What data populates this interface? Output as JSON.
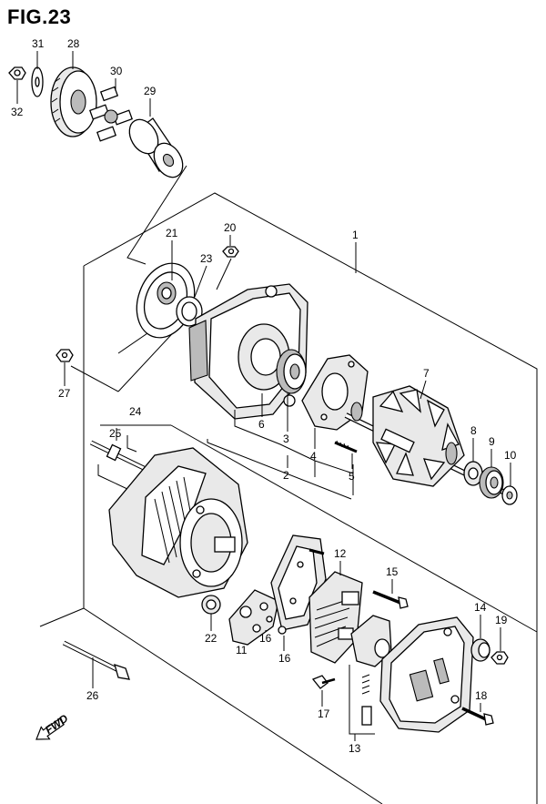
{
  "figure": {
    "title": "FIG.23"
  },
  "callouts": [
    {
      "id": "c31",
      "label": "31"
    },
    {
      "id": "c28",
      "label": "28"
    },
    {
      "id": "c32",
      "label": "32"
    },
    {
      "id": "c30",
      "label": "30"
    },
    {
      "id": "c29",
      "label": "29"
    },
    {
      "id": "c1",
      "label": "1"
    },
    {
      "id": "c20",
      "label": "20"
    },
    {
      "id": "c21",
      "label": "21"
    },
    {
      "id": "c23",
      "label": "23"
    },
    {
      "id": "c27",
      "label": "27"
    },
    {
      "id": "c7",
      "label": "7"
    },
    {
      "id": "c6",
      "label": "6"
    },
    {
      "id": "c3",
      "label": "3"
    },
    {
      "id": "c2",
      "label": "2"
    },
    {
      "id": "c4",
      "label": "4"
    },
    {
      "id": "c5",
      "label": "5"
    },
    {
      "id": "c8",
      "label": "8"
    },
    {
      "id": "c9",
      "label": "9"
    },
    {
      "id": "c10",
      "label": "10"
    },
    {
      "id": "c24",
      "label": "24"
    },
    {
      "id": "c25",
      "label": "25"
    },
    {
      "id": "c12",
      "label": "12"
    },
    {
      "id": "c15",
      "label": "15"
    },
    {
      "id": "c22",
      "label": "22"
    },
    {
      "id": "c11",
      "label": "11"
    },
    {
      "id": "c16a",
      "label": "16"
    },
    {
      "id": "c16b",
      "label": "16"
    },
    {
      "id": "c14",
      "label": "14"
    },
    {
      "id": "c19",
      "label": "19"
    },
    {
      "id": "c26",
      "label": "26"
    },
    {
      "id": "c17",
      "label": "17"
    },
    {
      "id": "c18",
      "label": "18"
    },
    {
      "id": "c13",
      "label": "13"
    }
  ],
  "direction_marker": {
    "text": "FWD"
  }
}
